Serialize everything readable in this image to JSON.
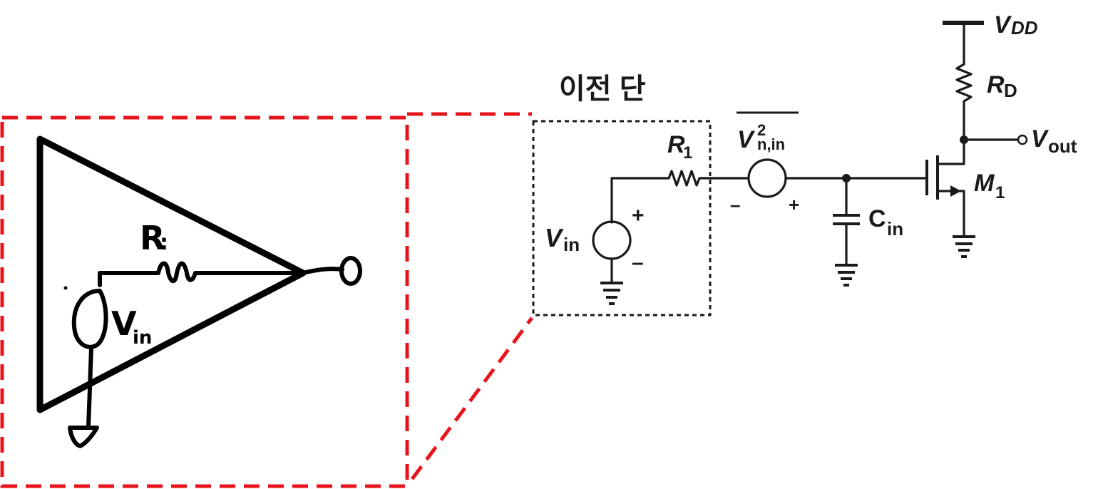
{
  "stage_label": "이전 단",
  "labels": {
    "vdd": {
      "main": "V",
      "sub": "DD"
    },
    "rd": {
      "main": "R",
      "sub": "D"
    },
    "vout": {
      "main": "V",
      "sub": "out"
    },
    "m1": {
      "main": "M",
      "sub": "1"
    },
    "r1": {
      "main": "R",
      "sub": "1"
    },
    "noise": {
      "main": "V",
      "sup": "2",
      "sub": "n,in"
    },
    "cin": {
      "main": "C",
      "sub": "in"
    },
    "vin": {
      "main": "V",
      "sub": "in"
    },
    "plus": "+",
    "minus": "–"
  },
  "sketch": {
    "r_label": "R",
    "r_mark": ":",
    "vin_label": "V",
    "vin_sub": "in"
  },
  "colors": {
    "highlight": "#e8141b",
    "ink": "#1a1a1a"
  }
}
